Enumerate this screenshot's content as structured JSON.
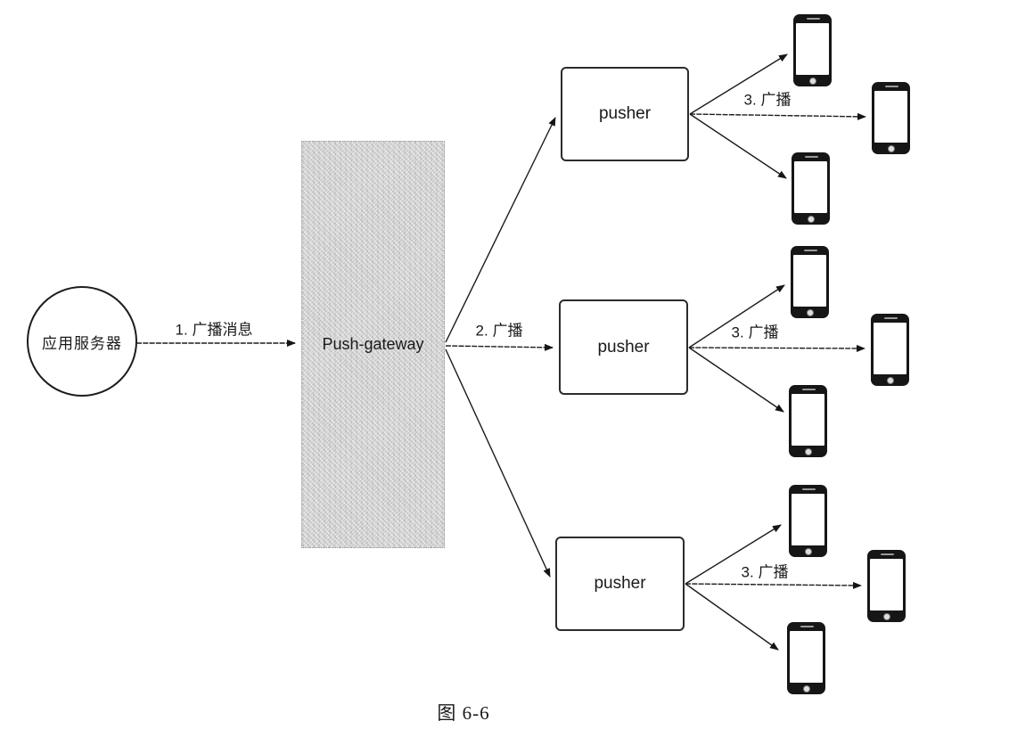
{
  "diagram": {
    "caption": "图 6-6",
    "app_server": {
      "label": "应用服务器"
    },
    "gateway": {
      "label": "Push-gateway"
    },
    "pushers": [
      {
        "label": "pusher"
      },
      {
        "label": "pusher"
      },
      {
        "label": "pusher"
      }
    ],
    "edge_labels": {
      "step1": "1. 广播消息",
      "step2": "2. 广播",
      "step3": "3. 广播"
    },
    "client_icon": "smartphone-icon",
    "colors": {
      "stroke": "#1c1c1c",
      "gateway_fill": "#d9d9d9",
      "phone_body": "#161616",
      "background": "#ffffff"
    }
  }
}
